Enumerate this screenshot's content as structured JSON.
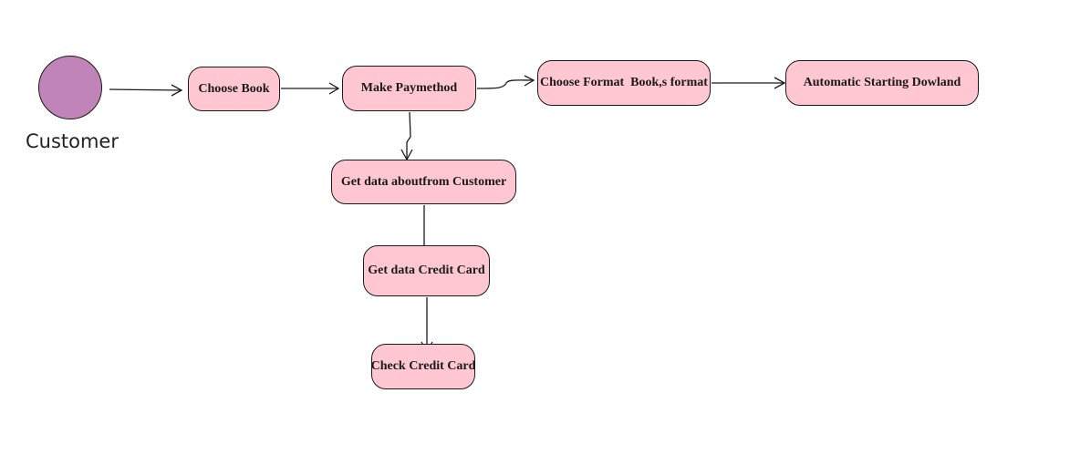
{
  "actor": {
    "label": "Customer",
    "color": "#c084b8"
  },
  "node_color": "#ffc7d1",
  "nodes": [
    {
      "id": "n1",
      "label": "Choose Book"
    },
    {
      "id": "n2",
      "label": "Make Paymethod"
    },
    {
      "id": "n3",
      "label": "Choose Format  Book,s format"
    },
    {
      "id": "n4",
      "label": "Automatic Starting Dowland"
    },
    {
      "id": "n5",
      "label": "Get data aboutfrom Customer"
    },
    {
      "id": "n6",
      "label": "Get data Credit Card"
    },
    {
      "id": "n7",
      "label": "Check Credit Card"
    }
  ],
  "edges": [
    {
      "from": "actor",
      "to": "n1"
    },
    {
      "from": "n1",
      "to": "n2"
    },
    {
      "from": "n2",
      "to": "n3"
    },
    {
      "from": "n3",
      "to": "n4"
    },
    {
      "from": "n2",
      "to": "n5"
    },
    {
      "from": "n5",
      "to": "n6"
    },
    {
      "from": "n6",
      "to": "n7"
    }
  ]
}
